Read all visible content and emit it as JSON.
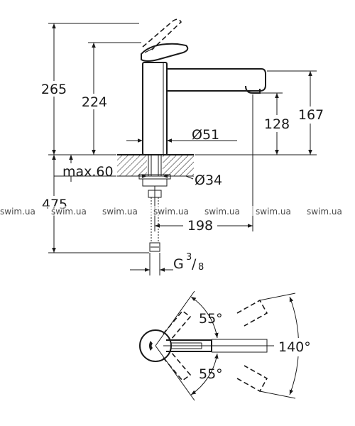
{
  "dimensions": {
    "total_height": "265",
    "spout_height": "224",
    "aerator_height": "128",
    "spout_top_height": "167",
    "body_diameter": "Ø51",
    "mount_max": "max.60",
    "hole_diameter": "Ø34",
    "hose_length": "475",
    "reach": "198",
    "connection_main": "G",
    "connection_num": "3",
    "connection_den": "8"
  },
  "angles": {
    "upper": "55°",
    "lower": "55°",
    "total": "140°"
  },
  "watermark": "swim.ua"
}
